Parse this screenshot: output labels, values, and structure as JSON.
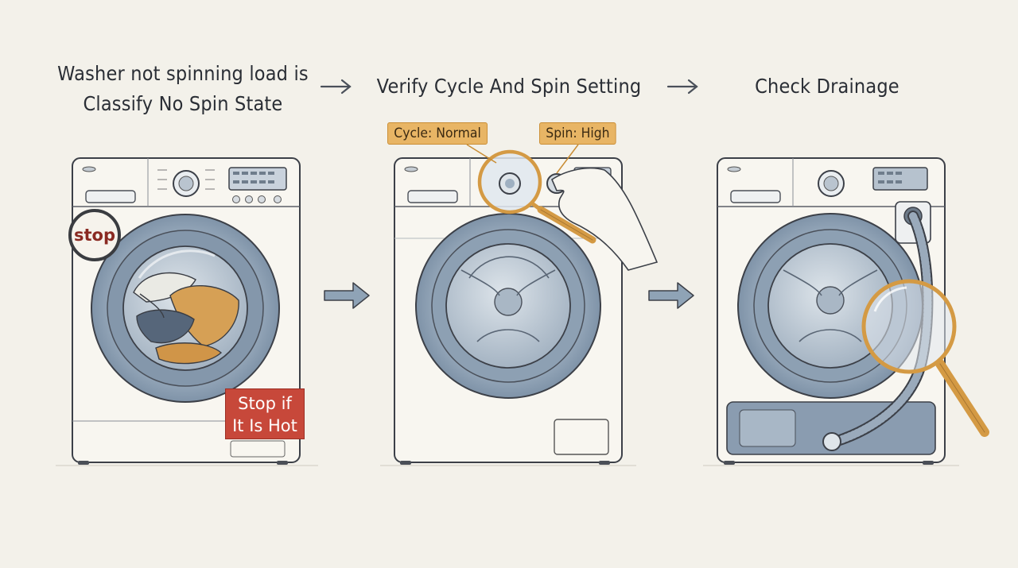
{
  "steps": [
    {
      "title_line1": "Washer not spinning load is",
      "title_line2": "Classify No Spin State",
      "stop_label": "stop",
      "warning_line1": "Stop if",
      "warning_line2": "It Is Hot"
    },
    {
      "title": "Verify Cycle And Spin Setting",
      "cycle_tag": "Cycle: Normal",
      "spin_tag": "Spin: High"
    },
    {
      "title": "Check Drainage"
    }
  ],
  "colors": {
    "background": "#f3f1ea",
    "drum_blue": "#8d9fb3",
    "accent_orange": "#e8b565",
    "warning_red": "#c7483a",
    "arrow": "#7d92a8"
  }
}
